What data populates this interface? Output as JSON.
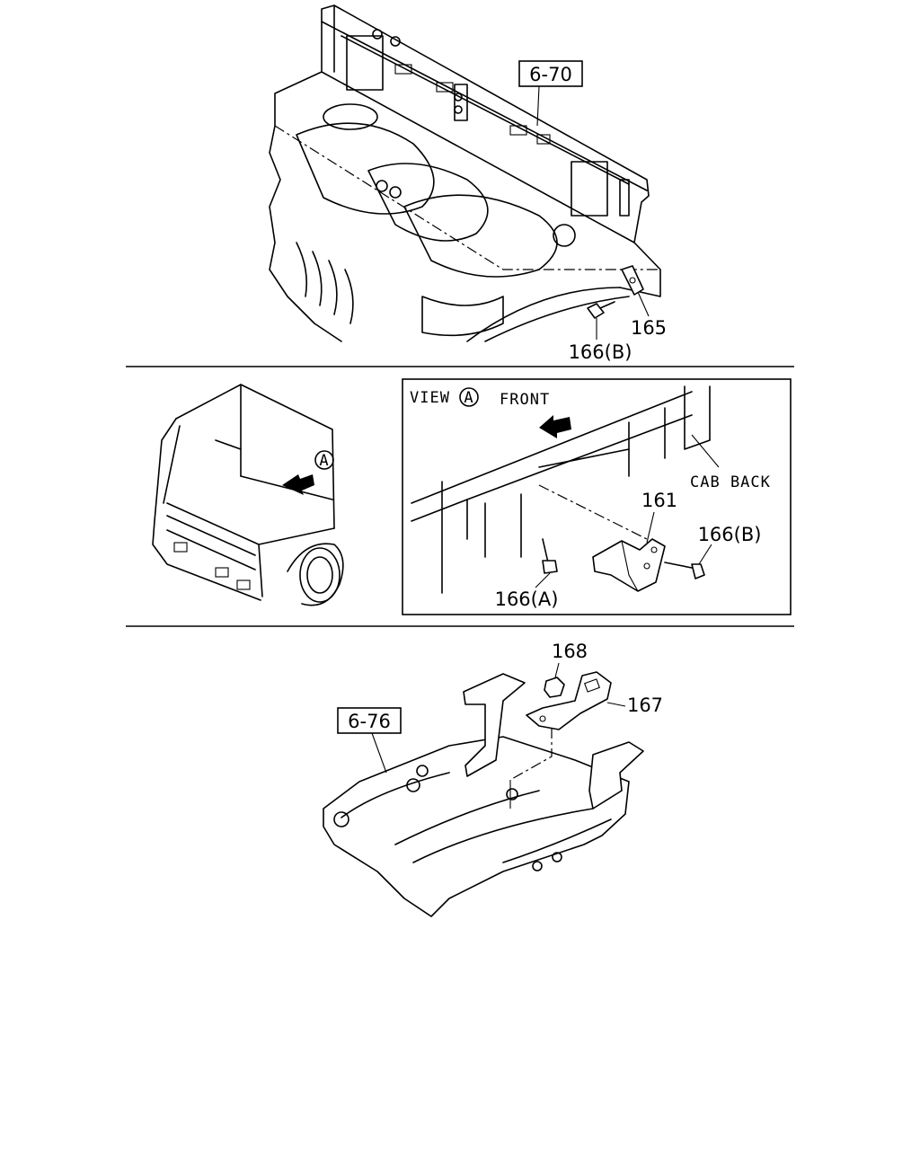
{
  "labels": {
    "ref_top": "6-70",
    "part_165": "165",
    "part_166b_top": "166(B)",
    "view_prefix": "VIEW",
    "view_letter": "A",
    "front": "FRONT",
    "cab_back": "CAB BACK",
    "part_161": "161",
    "part_166b_mid": "166(B)",
    "part_166a": "166(A)",
    "truck_marker": "A",
    "part_168": "168",
    "part_167": "167",
    "ref_bottom": "6-76"
  }
}
